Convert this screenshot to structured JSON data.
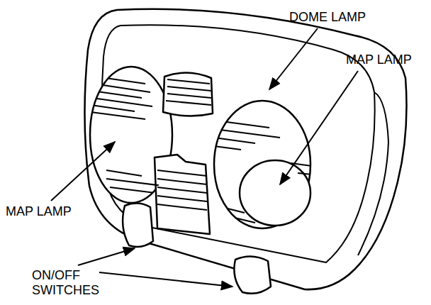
{
  "diagram": {
    "labels": [
      "DOME LAMP",
      "MAP LAMP",
      "MAP LAMP",
      "ON/OFF SWITCHES"
    ]
  }
}
